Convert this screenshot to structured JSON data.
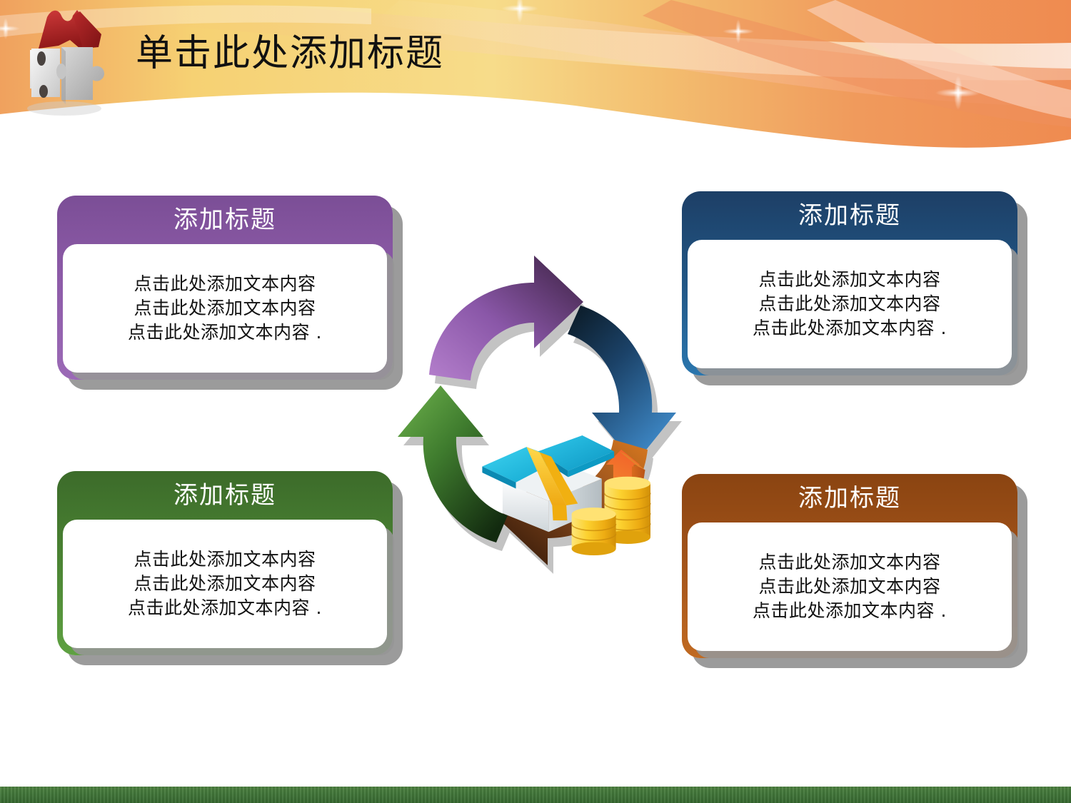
{
  "slide": {
    "title": "单击此处添加标题",
    "title_color": "#111111",
    "background_color": "#ffffff"
  },
  "logo": {
    "name": "puzzle-house-logo",
    "roof_color": "#b4232a",
    "body_color": "#d6d6d6"
  },
  "header": {
    "band_colors": [
      "#f5cf6d",
      "#f1be62",
      "#f3a866",
      "#ef8b4f",
      "#f0996a"
    ],
    "sparkles": 4
  },
  "cards": [
    {
      "id": "card-tl",
      "position": "top-left",
      "accent_color": "#8d5ba8",
      "title": "添加标题",
      "lines": [
        "点击此处添加文本内容",
        "点击此处添加文本内容",
        "点击此处添加文本内容 ."
      ]
    },
    {
      "id": "card-tr",
      "position": "top-right",
      "accent_color": "#215685",
      "title": "添加标题",
      "lines": [
        "点击此处添加文本内容",
        "点击此处添加文本内容",
        "点击此处添加文本内容 ."
      ]
    },
    {
      "id": "card-bl",
      "position": "bottom-left",
      "accent_color": "#4b8433",
      "title": "添加标题",
      "lines": [
        "点击此处添加文本内容",
        "点击此处添加文本内容",
        "点击此处添加文本内容 ."
      ]
    },
    {
      "id": "card-br",
      "position": "bottom-right",
      "accent_color": "#a4541a",
      "title": "添加标题",
      "lines": [
        "点击此处添加文本内容",
        "点击此处添加文本内容",
        "点击此处添加文本内容 ."
      ]
    }
  ],
  "center_diagram": {
    "name": "cycle-arrows-diagram",
    "arrows": [
      {
        "name": "purple-arrow",
        "direction": "up-right",
        "color_from": "#a86dc0",
        "color_to": "#3b2040"
      },
      {
        "name": "blue-arrow",
        "direction": "down-right",
        "color_from": "#0b1a26",
        "color_to": "#3d86c6"
      },
      {
        "name": "brown-arrow",
        "direction": "left",
        "color_from": "#d4751f",
        "color_to": "#2d1608"
      },
      {
        "name": "green-arrow",
        "direction": "up-left",
        "color_from": "#63ab46",
        "color_to": "#142a10"
      }
    ],
    "center_icon": {
      "name": "house-and-coins-icon",
      "roof_color": "#29c0e8",
      "wall_color": "#e6eaec",
      "ribbon_color": "#f7c21b",
      "arrow_color": "#f07a2a",
      "coin_color": "#f6c game-placeholder"
    }
  },
  "footer": {
    "name": "grass-strip",
    "color": "#42773a"
  }
}
